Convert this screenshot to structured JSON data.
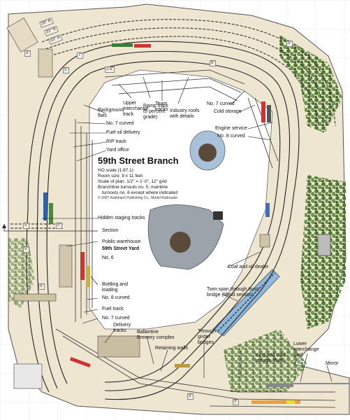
{
  "title": "59th Street Branch",
  "info": {
    "scale": "HO scale (1:87.1)",
    "room": "Room size: 9 x 11 feet",
    "plan_scale": "Scale of plan: 1/2\" = 1'-0\", 12\" grid",
    "turnouts_1": "Branchline turnouts no. 5; mainline",
    "turnouts_2": "turnouts no. 6 except where indicated",
    "copyright": "© 2007 Kalmbach Publishing Co., Model Railroader"
  },
  "labels": {
    "background_flats": "Background flats",
    "upper_interchange": "Upper interchange track",
    "ramp_track": "Ramp track (5 percent grade)",
    "team_tracks": "Team tracks",
    "industry_roofs": "Industry roofs with details",
    "no7_curved_top": "No. 7 curved",
    "cold_storage": "Cold storage",
    "no7_curved_left": "No. 7 curved",
    "fuel_oil": "Fuel oil delivery",
    "rip_track": "RIP track",
    "yard_office": "Yard office",
    "engine_service": "Engine service",
    "no8_curved_right": "No. 8 curved",
    "hidden_staging": "Hidden staging tracks",
    "section": "Section",
    "public_warehouse": "Public warehouse",
    "yard_name": "59th Street Yard",
    "no6": "No. 6",
    "coal_oil": "Coal and oil dealer",
    "bottling": "Bottling and loading",
    "no8_curved_left": "No. 8 curved",
    "twin_span": "Twin-span through truss bridge (liftout section)",
    "fuel_track": "Fuel track",
    "no7_curved_bottom": "No. 7 curved",
    "delivery_tracks": "Delivery tracks",
    "ballantine": "Ballantine Brewery complex",
    "retaining_walls": "Retaining walls",
    "through_girder": "Through girder bridges",
    "icing": "Icing and cold storage (flats)",
    "lower_interchange": "Lower interchange yard",
    "mirror": "Mirror"
  },
  "radii": [
    "28\" R",
    "31\" R",
    "33\" R",
    "2.5\"",
    "5\"",
    "5\"",
    "5\"",
    "5\"",
    "5\"",
    "0\"",
    "5\"",
    "6\"",
    "7\"",
    "5\"",
    "0\""
  ]
}
